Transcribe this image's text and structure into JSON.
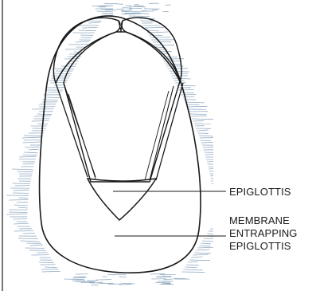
{
  "diagram": {
    "labels": [
      {
        "id": "epiglottis",
        "lines": [
          "EPIGLOTTIS"
        ]
      },
      {
        "id": "membrane",
        "lines": [
          "MEMBRANE",
          "ENTRAPPING",
          "EPIGLOTTIS"
        ]
      }
    ],
    "colors": {
      "ink": "#1a1a1a",
      "hatching": "#7f9cb8",
      "background": "#ffffff"
    }
  }
}
